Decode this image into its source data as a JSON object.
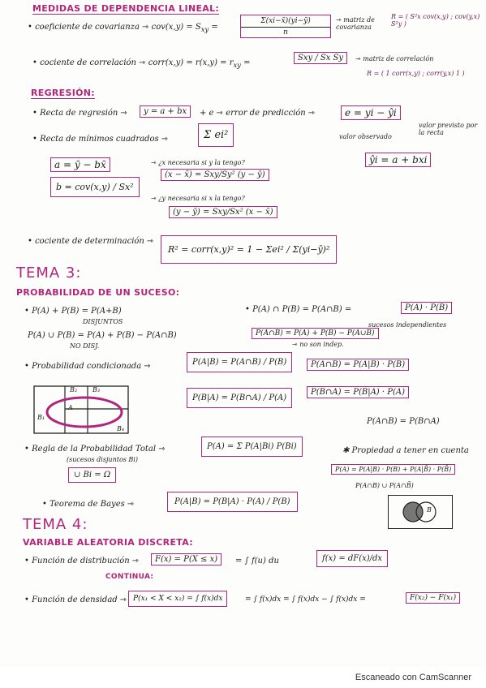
{
  "colors": {
    "accent": "#b0267a",
    "ink": "#1c1c1c",
    "paper": "#fdfdfb"
  },
  "headings": {
    "medidas": "MEDIDAS DE DEPENDENCIA LINEAL:",
    "regresion": "REGRESIÓN:",
    "tema3": "TEMA 3:",
    "probabilidad": "PROBABILIDAD DE UN SUCESO:",
    "tema4": "TEMA 4:",
    "variable": "VARIABLE ALEATORIA DISCRETA:",
    "continua": "CONTINUA:"
  },
  "lines": {
    "cov_label": "• coeficiente de covarianza ⇾ cov(x,y) = S",
    "cov_sub": "xy",
    "cov_eq": " =",
    "cov_num": "Σ(xi−x̄)(yi−ȳ)",
    "cov_den": "n",
    "cov_matrix_label": "⇾ matriz de covarianza",
    "cov_matrix": "R = ( S²x  cov(x,y) ; cov(y,x)  S²y )",
    "corr_label": "• cociente de correlación ⇾ corr(x,y) = r(x,y) = r",
    "corr_sub": "xy",
    "corr_box": "Sxy / Sx Sy",
    "corr_matrix_label": "⇾ matriz de correlación",
    "corr_matrix": "R = ( 1  corr(x,y) ; corr(y,x)  1 )",
    "recta_reg": "• Recta de regresión ⇾",
    "recta_reg_box": "y = a + bx",
    "recta_reg_e": "+ e ⇾ error de predicción ⇾",
    "error_box": "e = yi − ŷi",
    "valor_obs": "valor observado",
    "valor_prev": "valor previsto por la recta",
    "recta_min": "• Recta de mínimos cuadrados ⇾",
    "recta_min_box": "Σ ei²",
    "yhat_box": "ŷi = a + bxi",
    "a_box": "a = ȳ − bx̄",
    "b_box": "b = cov(x,y) / Sx²",
    "q1": "⇾ ¿x necesaria si y la tengo?",
    "q1_box": "(x − x̄) = Sxy/Sy² (y − ȳ)",
    "q2": "⇾ ¿y necesaria si x la tengo?",
    "q2_box": "(y − ȳ) = Sxy/Sx² (x − x̄)",
    "det_label": "• cociente de determinación ⇾",
    "det_box": "R² = corr(x,y)² = 1 − Σei² / Σ(yi−ȳ)²",
    "p_union_disj": "• P(A) + P(B) = P(A+B)",
    "disjuntos": "DISJUNTOS",
    "p_union": "P(A) ∪ P(B) = P(A) + P(B) − P(A∩B)",
    "no_disj": "NO DISJ.",
    "p_inter_label": "• P(A) ∩ P(B) = P(A∩B) =",
    "p_inter_box": "P(A) · P(B)",
    "indep": "sucesos independientes",
    "p_inter_box2": "P(A∩B) = P(A) + P(B) − P(A∪B)",
    "no_indep": "⇾ no son indep.",
    "cond_label": "• Probabilidad condicionada ⇾",
    "cond_a": "P(A|B) = P(A∩B) / P(B)",
    "cond_a_mult": "P(A∩B) = P(A|B) · P(B)",
    "cond_b": "P(B|A) = P(B∩A) / P(A)",
    "cond_b_mult": "P(B∩A) = P(B|A) · P(A)",
    "equal": "P(A∩B) = P(B∩A)",
    "tot_label": "• Regla de la Probabilidad Total ⇾",
    "sucesos_disj": "(sucesos disjuntos Bi)",
    "tot_box": "P(A) = Σ P(A|Bi) P(Bi)",
    "union_box": "∪ Bi = Ω",
    "propiedad": "✱ Propiedad a tener en cuenta",
    "prop_box": "P(A) = P(A|B) · P(B) + P(A|B̄) · P(B̄)",
    "prop_union": "P(A∩B) ∪ P(A∩B̄)",
    "bayes_label": "• Teorema de Bayes ⇾",
    "bayes_box": "P(A|B) = P(B|A) · P(A) / P(B)",
    "dist_label": "• Función de distribución ⇾",
    "dist_box": "F(x) = P(X ≤ x)",
    "dist_int": "= ∫ f(u) du",
    "dist_deriv_box": "f(x) = dF(x)/dx",
    "dens_label": "• Función de densidad ⇾",
    "dens_box": "P(x₁ < X < x₂) = ∫ f(x)dx",
    "dens_mid": "= ∫ f(x)dx = ∫ f(x)dx − ∫ f(x)dx =",
    "dens_res_box": "F(x₂) − F(x₁)"
  },
  "diagram": {
    "b1": "B₁",
    "b2": "B₂",
    "b3": "B₃",
    "b4": "B₄",
    "a": "A",
    "venn_b": "B"
  },
  "footer": "Escaneado con CamScanner"
}
